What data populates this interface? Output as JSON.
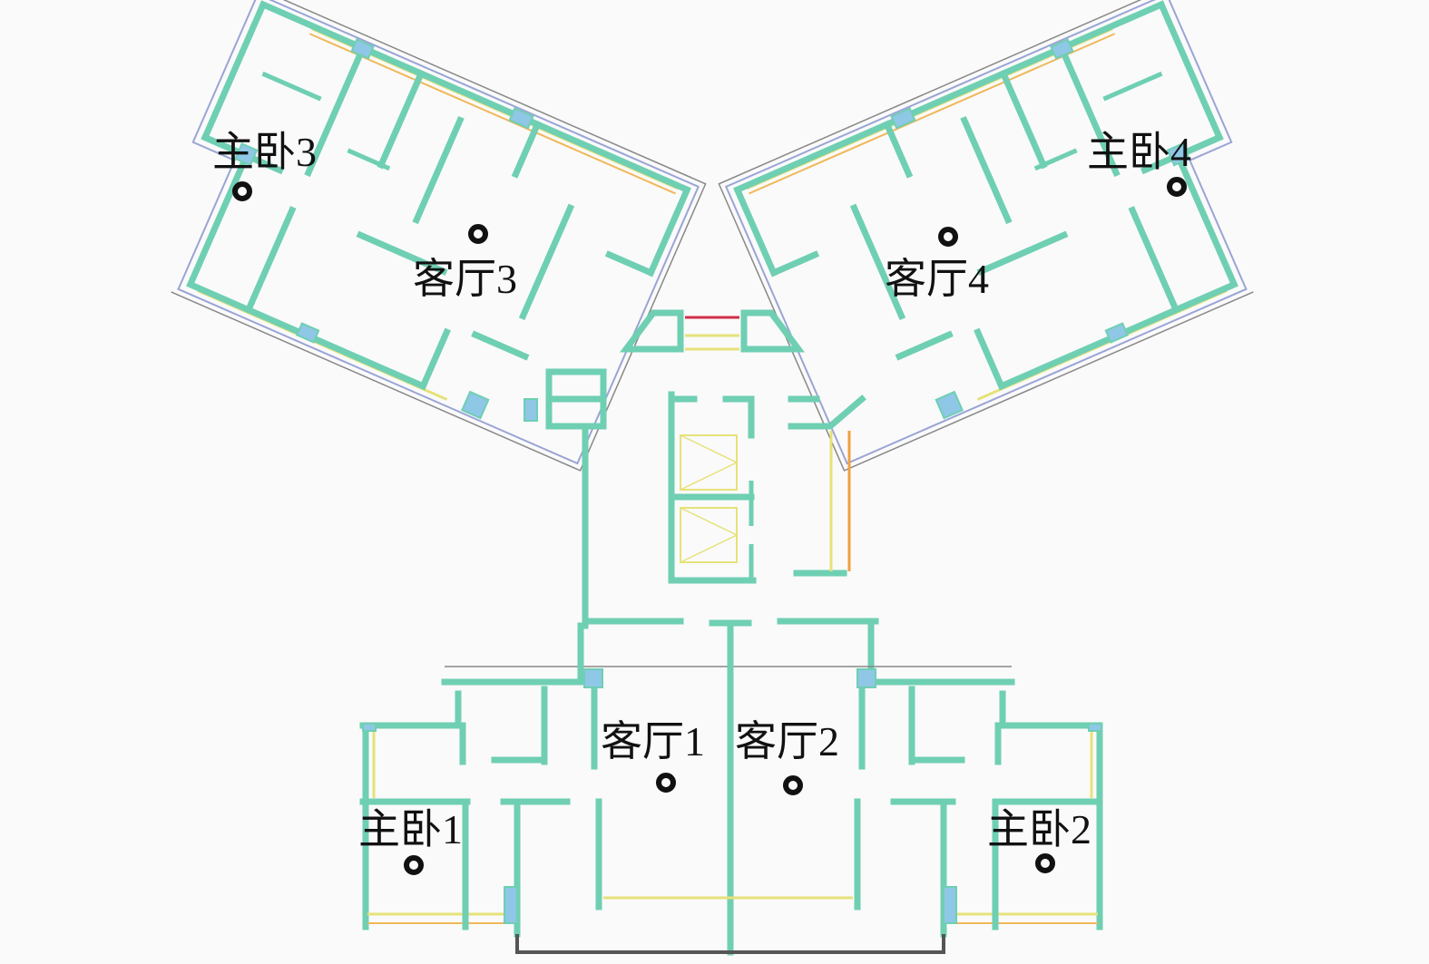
{
  "title": "Floor plan with measurement points",
  "rooms": {
    "master_bedroom_3": "主卧3",
    "living_room_3": "客厅3",
    "living_room_4": "客厅4",
    "master_bedroom_4": "主卧4",
    "living_room_1": "客厅1",
    "living_room_2": "客厅2",
    "master_bedroom_1": "主卧1",
    "master_bedroom_2": "主卧2"
  },
  "colors": {
    "wall": "#6fcfb3",
    "column": "#8fc7e6",
    "window": "#e6e27a",
    "outline": "#9aa4d6",
    "marker": "#111111"
  }
}
